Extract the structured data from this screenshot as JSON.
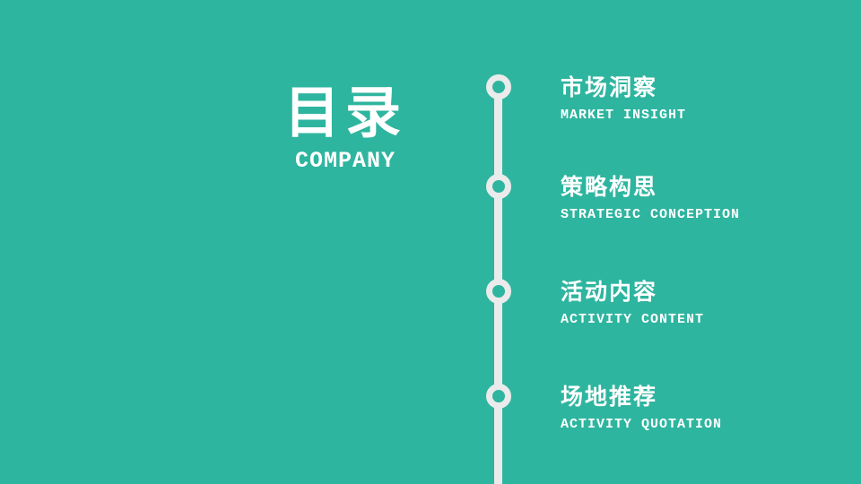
{
  "slide": {
    "background_color": "#2EB59F",
    "timeline_color": "#EBEBEB",
    "text_color": "#FFFFFF"
  },
  "header": {
    "title": "目录",
    "subtitle": "COMPANY"
  },
  "toc": {
    "items": [
      {
        "zh": "市场洞察",
        "en": "MARKET INSIGHT"
      },
      {
        "zh": "策略构思",
        "en": "STRATEGIC CONCEPTION"
      },
      {
        "zh": "活动内容",
        "en": "ACTIVITY CONTENT"
      },
      {
        "zh": "场地推荐",
        "en": "ACTIVITY QUOTATION"
      }
    ]
  }
}
